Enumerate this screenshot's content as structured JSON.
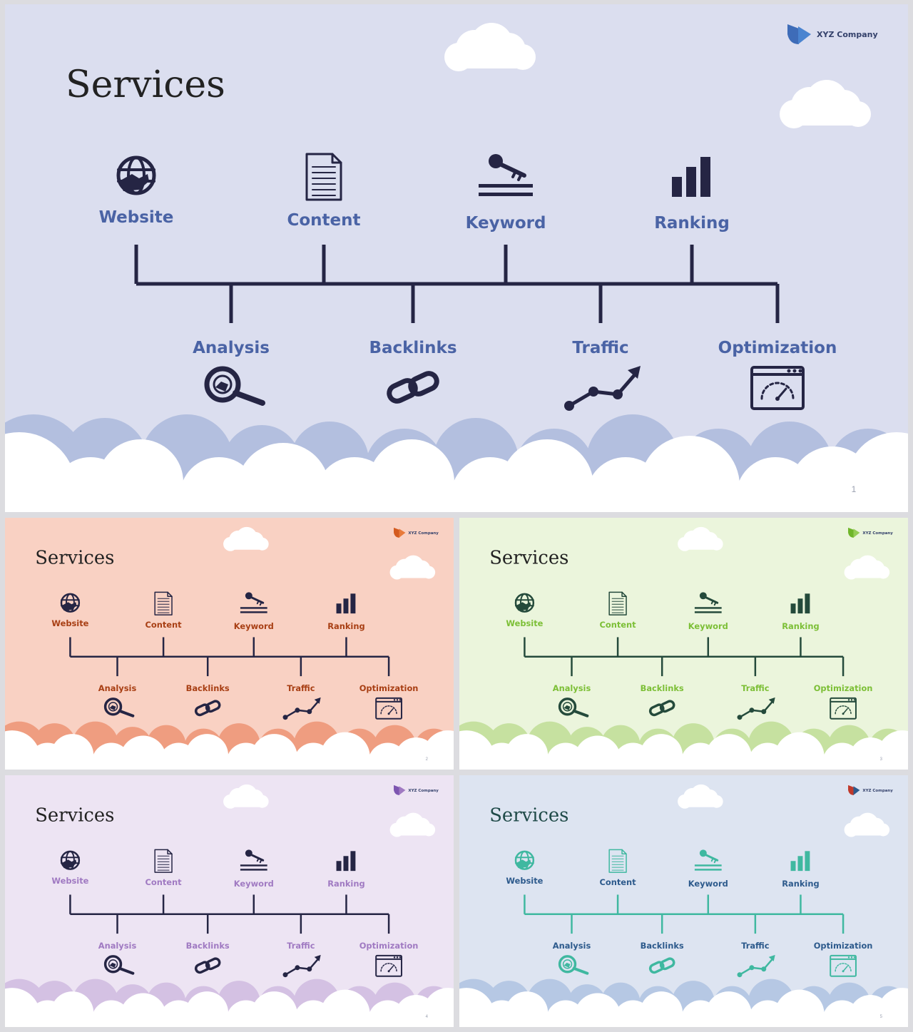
{
  "slides": [
    {
      "title": "Services",
      "company": "XYZ Company",
      "page": "1",
      "colors": {
        "bg": "#dbdeef",
        "title": "#222222",
        "top_label": "#4a63a5",
        "bottom_label": "#4a63a5",
        "icon": "#252544",
        "line": "#252544",
        "cloud": "#b3bfdf",
        "logo_a": "#3e6cb8",
        "logo_b": "#4a84d0"
      }
    },
    {
      "title": "Services",
      "company": "XYZ Company",
      "page": "2",
      "colors": {
        "bg": "#f9d1c3",
        "title": "#222222",
        "top_label": "#a83f14",
        "bottom_label": "#a83f14",
        "icon": "#252544",
        "line": "#252544",
        "cloud": "#ef9d80",
        "logo_a": "#d35a1f",
        "logo_b": "#e87a3a"
      }
    },
    {
      "title": "Services",
      "company": "XYZ Company",
      "page": "3",
      "colors": {
        "bg": "#ebf5dc",
        "title": "#222222",
        "top_label": "#7cbf36",
        "bottom_label": "#7cbf36",
        "icon": "#244a3b",
        "line": "#244a3b",
        "cloud": "#c6e1a0",
        "logo_a": "#6fb52a",
        "logo_b": "#94cc55"
      }
    },
    {
      "title": "Services",
      "company": "XYZ Company",
      "page": "4",
      "colors": {
        "bg": "#ede4f3",
        "title": "#222222",
        "top_label": "#a07ac2",
        "bottom_label": "#a07ac2",
        "icon": "#252544",
        "line": "#252544",
        "cloud": "#d4c1e3",
        "logo_a": "#7d55b0",
        "logo_b": "#a07ac2"
      }
    },
    {
      "title": "Services",
      "company": "XYZ Company",
      "page": "5",
      "colors": {
        "bg": "#dde4f1",
        "title": "#1f4a48",
        "top_label": "#2d5a8c",
        "bottom_label": "#2d5a8c",
        "icon": "#3fb8a0",
        "line": "#3fb8a0",
        "cloud": "#b6c8e4",
        "logo_a": "#c0392b",
        "logo_b": "#2d5a8c"
      }
    }
  ],
  "top_items": [
    {
      "label": "Website",
      "icon": "globe-hand-icon"
    },
    {
      "label": "Content",
      "icon": "document-icon"
    },
    {
      "label": "Keyword",
      "icon": "key-icon"
    },
    {
      "label": "Ranking",
      "icon": "bar-chart-icon"
    }
  ],
  "bottom_items": [
    {
      "label": "Analysis",
      "icon": "magnifier-globe-icon"
    },
    {
      "label": "Backlinks",
      "icon": "chain-link-icon"
    },
    {
      "label": "Traffic",
      "icon": "trend-up-icon"
    },
    {
      "label": "Optimization",
      "icon": "dashboard-window-icon"
    }
  ]
}
